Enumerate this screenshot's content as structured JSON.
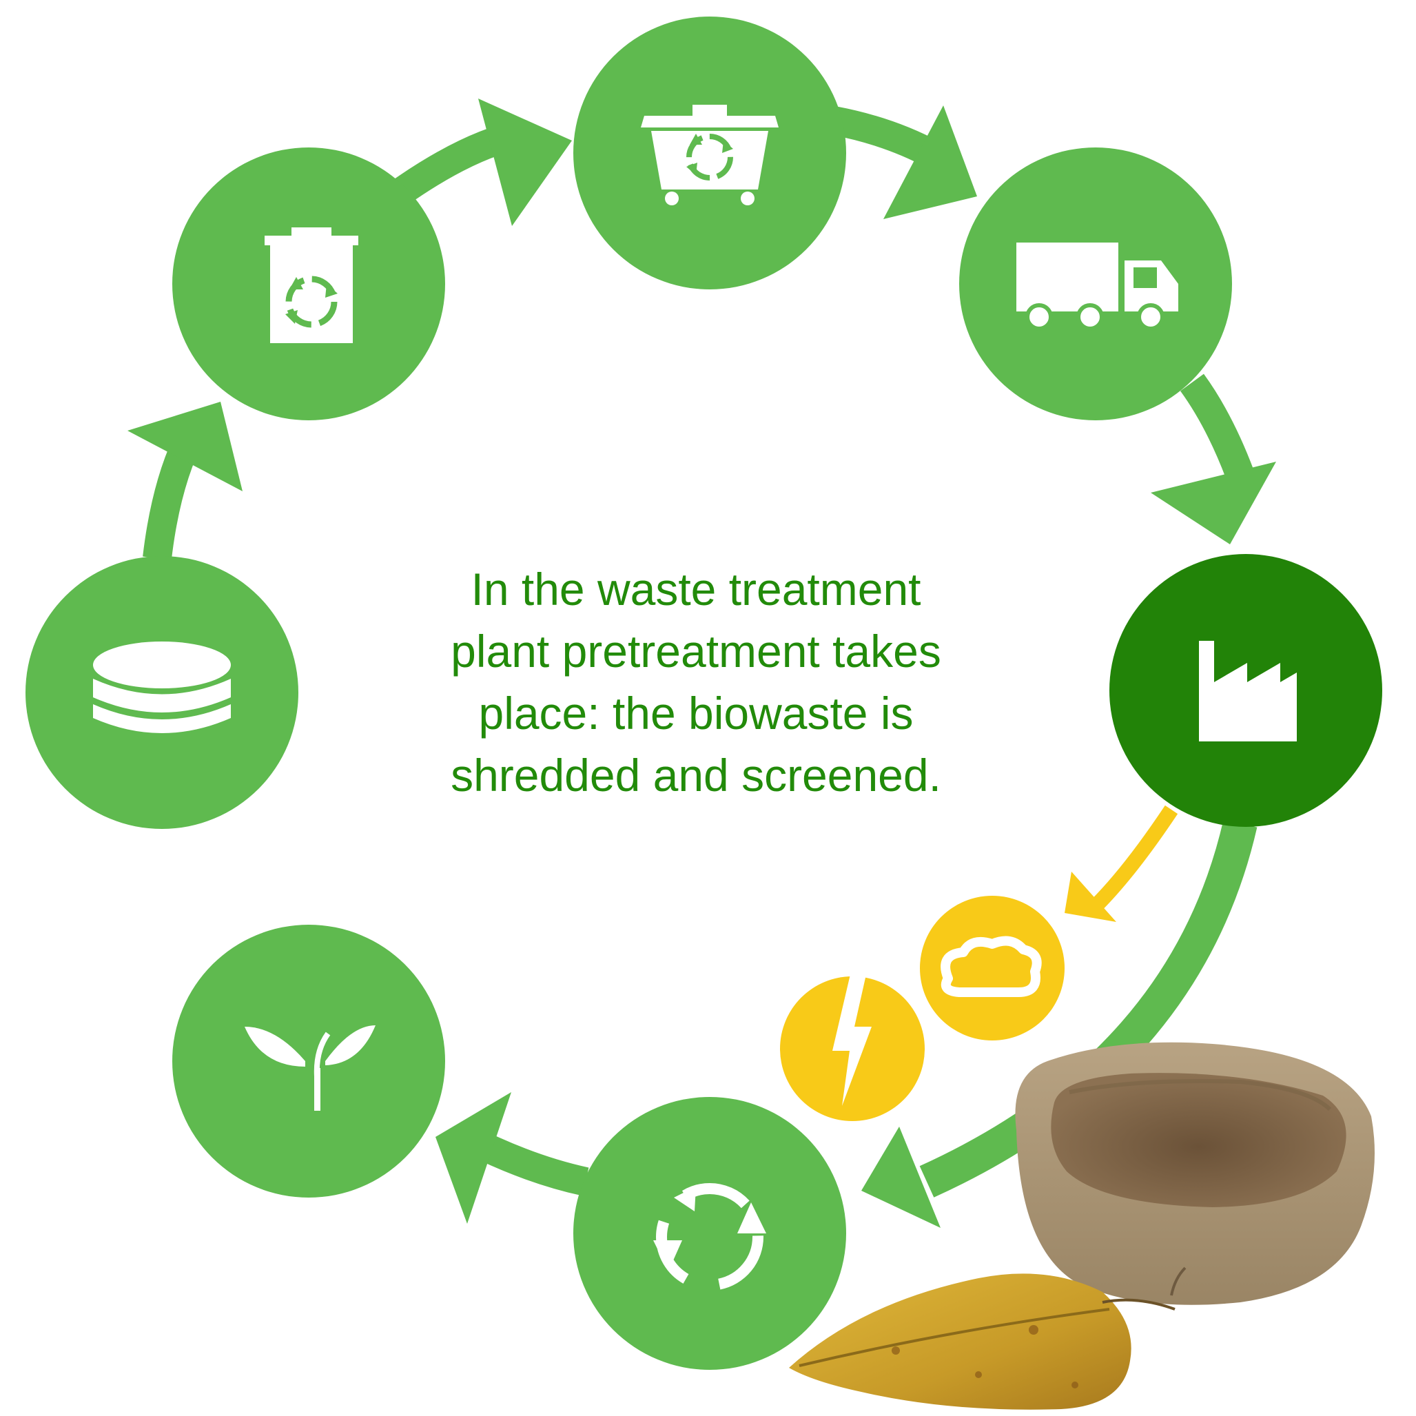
{
  "description": {
    "lines": [
      "In the waste treatment",
      "plant pretreatment takes",
      "place: the biowaste is",
      "shredded and screened."
    ]
  },
  "colors": {
    "green": "#5FBA4F",
    "dark_green": "#228308",
    "yellow": "#F8CA18",
    "text_green": "#228B0A",
    "white": "#FFFFFF"
  },
  "steps": [
    {
      "icon": "biowaste-container-icon",
      "state": "default"
    },
    {
      "icon": "kitchen-recycling-bin-icon",
      "state": "default"
    },
    {
      "icon": "wheelie-container-icon",
      "state": "default"
    },
    {
      "icon": "truck-icon",
      "state": "default"
    },
    {
      "icon": "factory-icon",
      "state": "active"
    },
    {
      "icon": "recycle-icon",
      "state": "default"
    },
    {
      "icon": "sprout-icon",
      "state": "default"
    }
  ],
  "byproducts": [
    {
      "icon": "biogas-cloud-icon"
    },
    {
      "icon": "electricity-lightning-icon"
    }
  ],
  "photo": {
    "items": [
      "biodegradable-bowl",
      "autumn-leaf"
    ]
  }
}
